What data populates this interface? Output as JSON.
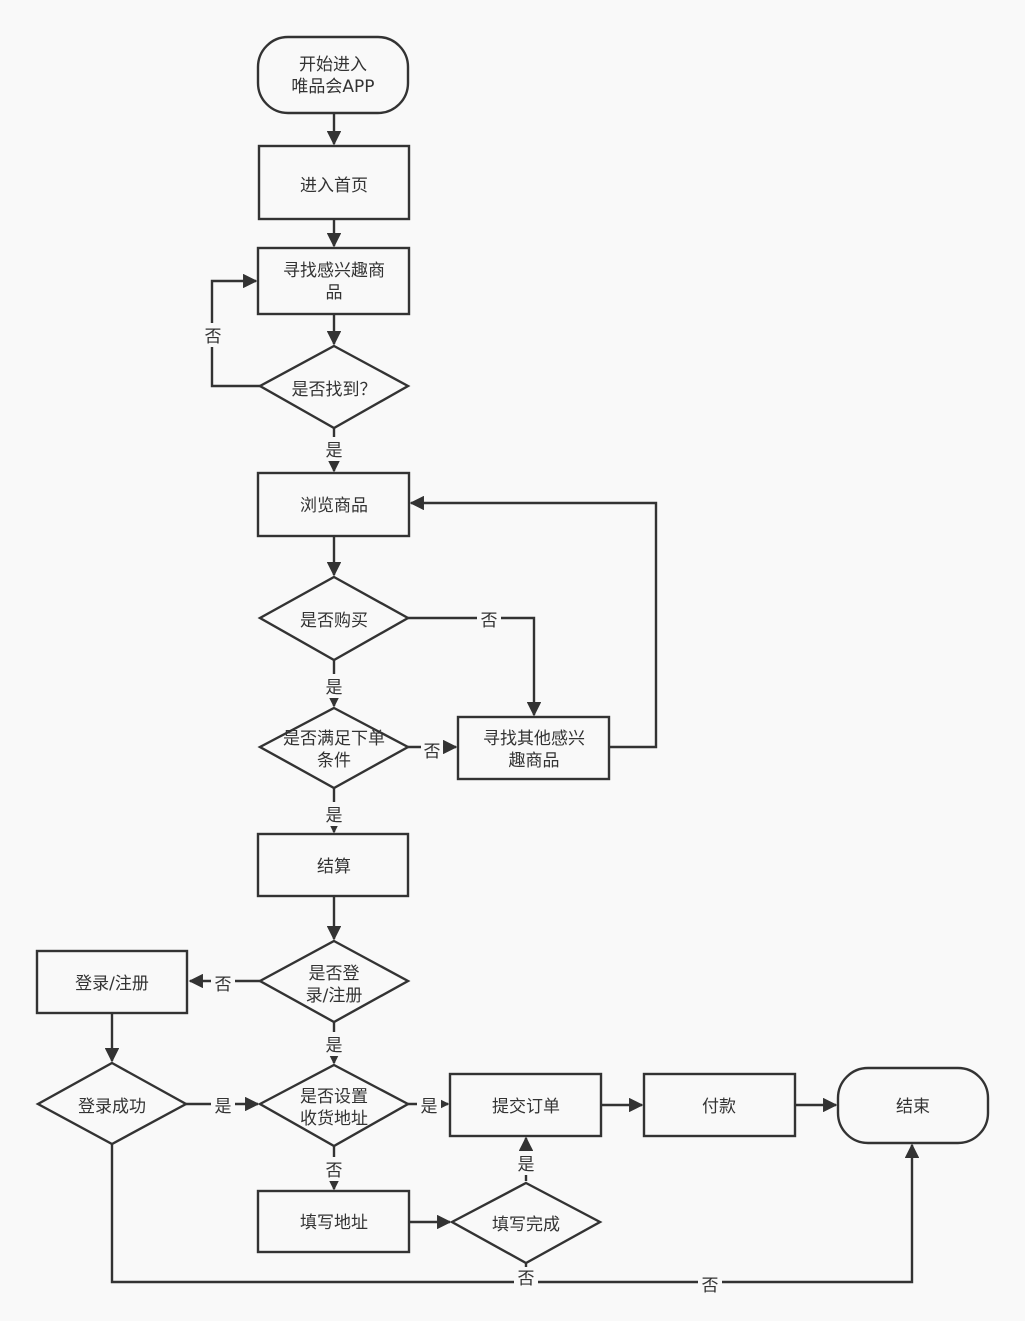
{
  "nodes": {
    "start": "开始进入\n唯品会APP",
    "home": "进入首页",
    "search": "寻找感兴趣商\n品",
    "found": "是否找到？",
    "browse": "浏览商品",
    "buy": "是否购买",
    "condition": "是否满足下单\n条件",
    "other": "寻找其他感兴\n趣商品",
    "checkout": "结算",
    "logged": "是否登\n录/注册",
    "login": "登录/注册",
    "login_ok": "登录成功",
    "address_set": "是否设置\n收货地址",
    "submit": "提交订单",
    "pay": "付款",
    "end": "结束",
    "fill": "填写地址",
    "fill_done": "填写完成"
  },
  "edge_labels": {
    "found_no": "否",
    "found_yes": "是",
    "buy_no": "否",
    "buy_yes": "是",
    "condition_no": "否",
    "condition_yes": "是",
    "logged_no": "否",
    "logged_yes": "是",
    "login_ok_yes": "是",
    "address_yes": "是",
    "address_no": "否",
    "fill_done_yes": "是",
    "login_fail_no": "否",
    "fill_fail_no": "否"
  }
}
